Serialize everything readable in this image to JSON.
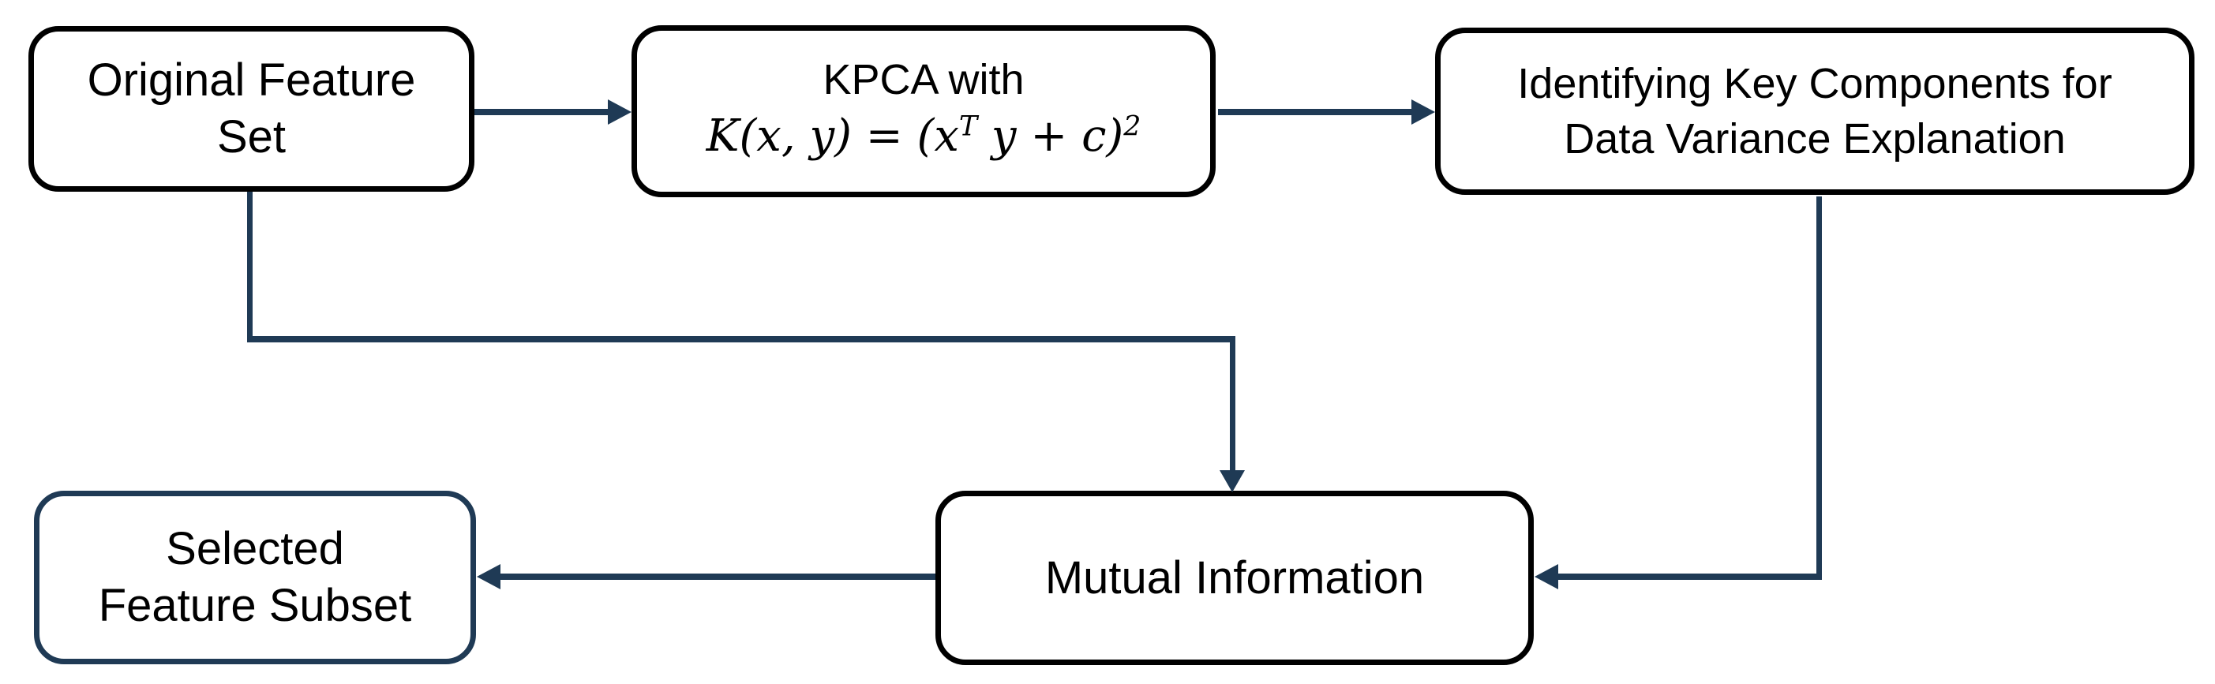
{
  "palette": {
    "accent_navy": "#1f3a55",
    "node_border_black": "#000000",
    "text_color": "#000000",
    "background": "#ffffff"
  },
  "nodes": {
    "original": {
      "line1": "Original Feature",
      "line2": "Set"
    },
    "kpca": {
      "title": "KPCA with",
      "formula": {
        "head": "K(x, y) = (x",
        "sup_t": "T",
        "tail": " y + c)",
        "sup_2": "2"
      }
    },
    "identify": {
      "line1": "Identifying Key Components for",
      "line2": "Data Variance Explanation"
    },
    "mutual": {
      "line1": "Mutual Information"
    },
    "selected": {
      "line1": "Selected",
      "line2": "Feature Subset"
    }
  },
  "edges": {
    "original_to_kpca": "arrow-right",
    "kpca_to_identify": "arrow-right",
    "original_to_mutual": "elbow-arrow-down",
    "identify_to_mutual": "elbow-arrow-left",
    "mutual_to_selected": "arrow-left"
  }
}
